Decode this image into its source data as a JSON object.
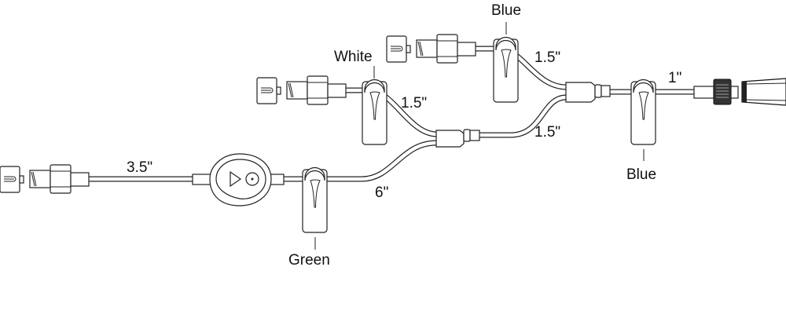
{
  "labels": {
    "blue_top": "Blue",
    "white": "White",
    "blue_right": "Blue",
    "green": "Green",
    "len_blue_branch": "1.5\"",
    "len_white_branch": "1.5\"",
    "len_middle": "1.5\"",
    "len_end": "1\"",
    "len_main": "3.5\"",
    "len_lower": "6\""
  }
}
